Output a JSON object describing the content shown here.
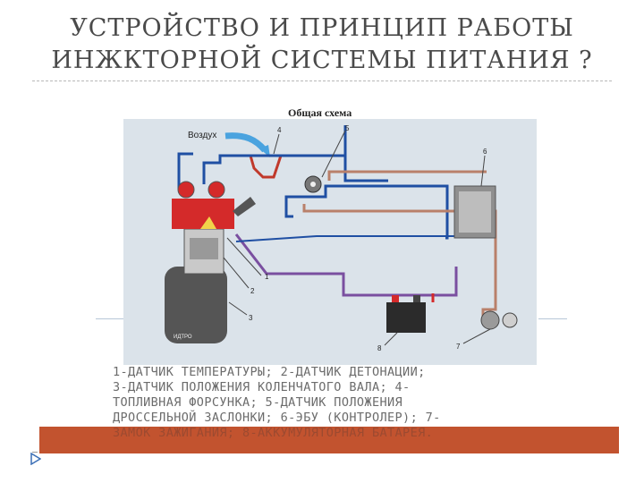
{
  "slide": {
    "title_line1": "УСТРОЙСТВО И ПРИНЦИП РАБОТЫ",
    "title_line2": "ИНЖКТОРНОЙ СИСТЕМЫ ПИТАНИЯ ?"
  },
  "diagram": {
    "heading": "Общая схема",
    "air_label": "Воздух",
    "engine_label": "ИДТРО",
    "numbers": {
      "n1": "1",
      "n2": "2",
      "n3": "3",
      "n4": "4",
      "n5": "5",
      "n6": "6",
      "n7": "7",
      "n8": "8"
    }
  },
  "caption": {
    "line1": "1-ДАТЧИК ТЕМПЕРАТУРЫ; 2-ДАТЧИК ДЕТОНАЦИИ;",
    "line2": "3-ДАТЧИК ПОЛОЖЕНИЯ КОЛЕНЧАТОГО ВАЛА; 4-",
    "line3": "ТОПЛИВНАЯ ФОРСУНКА; 5-ДАТЧИК ПОЛОЖЕНИЯ",
    "line4": "ДРОССЕЛЬНОЙ ЗАСЛОНКИ; 6-ЭБУ (КОНТРОЛЕР); 7-",
    "line5": "ЗАМОК ЗАЖИГАНИЯ; 8-АККУМУЛЯТОРНАЯ БАТАРЕЯ."
  },
  "colors": {
    "accent_bar": "#c2532f",
    "wire_blue": "#1f4fa3",
    "wire_red": "#d42a2a",
    "wire_purple": "#7a4fa0",
    "wire_brown": "#b9806a"
  }
}
